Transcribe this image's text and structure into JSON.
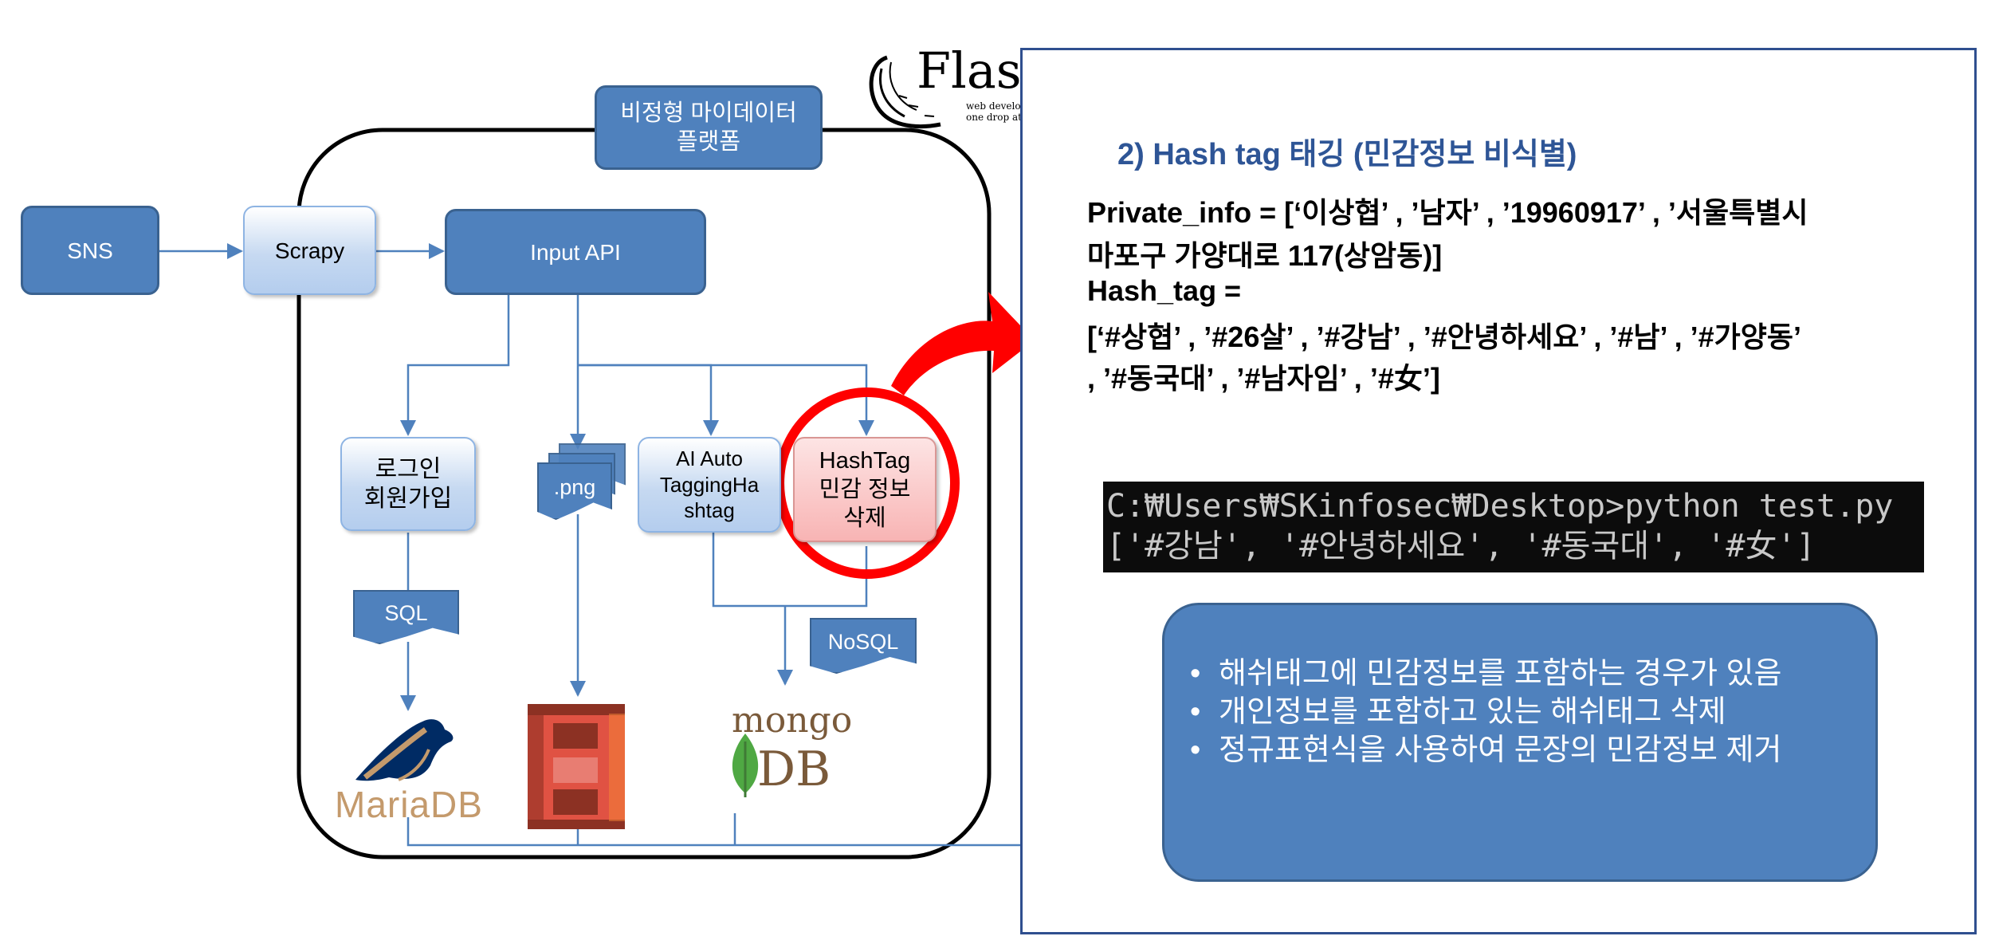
{
  "left": {
    "flask_text": "Flas",
    "flask_tagline1": "web develo",
    "flask_tagline2": "one drop at",
    "platform_title": "비정형 마이데이터\n플랫폼",
    "sns": "SNS",
    "scrapy": "Scrapy",
    "input_api": "Input API",
    "login": "로그인\n회원가입",
    "png": ".png",
    "ai_auto": "AI Auto\nTaggingHa\nshtag",
    "hashtag_delete": "HashTag\n민감 정보\n삭제",
    "sql": "SQL",
    "nosql": "NoSQL",
    "mariadb": "MariaDB",
    "mongo": "mongo",
    "mongo_db": "DB"
  },
  "right": {
    "section_title": "2) Hash tag 태깅 (민감정보 비식별)",
    "private_info_line1": "Private_info = [‘이상협’ , ’남자’ , ’19960917’ , ’서울특별시",
    "private_info_line2": "마포구 가양대로 117(상암동)]",
    "hash_tag_label": "Hash_tag =",
    "hash_tag_line1": "[‘#상협’ , ’#26살’ , ’#강남’ , ’#안녕하세요’ , ’#남’ , ’#가양동’",
    "hash_tag_line2": ", ’#동국대’ , ’#남자임’ , ’#女’]",
    "console_line1": "C:₩Users₩SKinfosec₩Desktop>python test.py",
    "console_line2": "['#강남', '#안녕하세요', '#동국대', '#女']",
    "bullets": [
      "해쉬태그에 민감정보를 포함하는 경우가 있음",
      "개인정보를 포함하고 있는 해쉬태그 삭제",
      "정규표현식을 사용하여 문장의 민감정보 제거"
    ]
  },
  "colors": {
    "box_blue": "#4f81bd",
    "title_blue": "#2e5596",
    "highlight_red": "#ff0000",
    "panel_border": "#2f4f8f"
  },
  "icons": [
    "flask-logo-icon",
    "mariadb-seal-icon",
    "aws-s3-icon",
    "mongodb-leaf-icon",
    "red-curved-arrow-icon",
    "black-curved-arrow-icon"
  ]
}
